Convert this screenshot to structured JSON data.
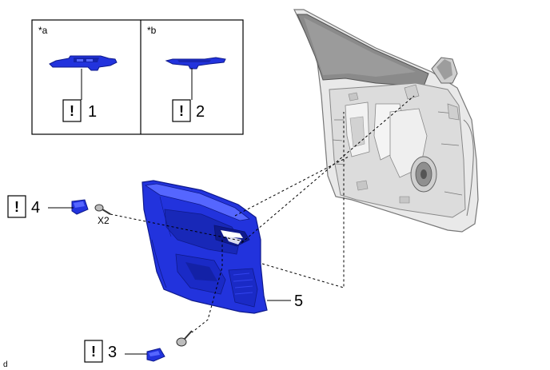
{
  "insets": {
    "a": {
      "label": "*a",
      "part_number": "1",
      "marker": "!"
    },
    "b": {
      "label": "*b",
      "part_number": "2",
      "marker": "!"
    }
  },
  "callouts": {
    "part4": {
      "number": "4",
      "marker": "!"
    },
    "part3": {
      "number": "3",
      "marker": "!"
    },
    "part5": {
      "number": "5"
    }
  },
  "clip_quantity": "X2",
  "corner_mark": "d",
  "colors": {
    "part_blue": "#2233dd",
    "part_blue_dark": "#0f1a8c",
    "part_blue_light": "#5566ff",
    "door_gray": "#e9e9e9",
    "door_line": "#777777",
    "glass": "#8a8a8a"
  }
}
